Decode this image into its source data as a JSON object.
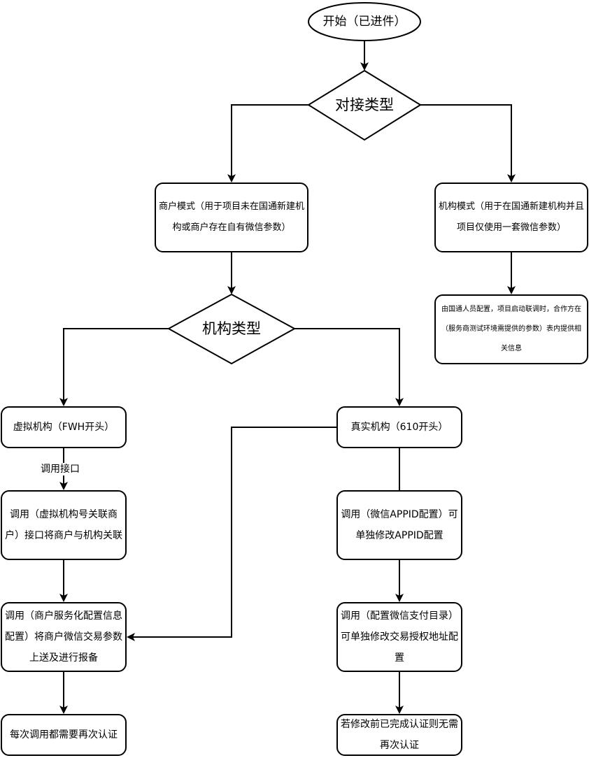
{
  "diagram": {
    "start": "开始（已进件）",
    "decision_integration": "对接类型",
    "merchant_mode": "商户模式（用于项目未在国通新建机构或商户存在自有微信参数）",
    "institution_mode": "机构模式（用于在国通新建机构并且项目仅使用一套微信参数）",
    "institution_config": "由国通人员配置，项目启动联调时，合作方在（服务商测试环境需提供的参数）表内提供相关信息",
    "decision_org": "机构类型",
    "virtual_org": "虚拟机构（FWH开头）",
    "real_org": "真实机构（610开头）",
    "edge_call_api": "调用接口",
    "call_virtual_link": "调用（虚拟机构号关联商户）接口将商户与机构关联",
    "call_service_config": "调用（商户服务化配置信息配置）将商户微信交易参数上送及进行报备",
    "reauth_every_time": "每次调用都需要再次认证",
    "call_appid_config": "调用（微信APPID配置）可单独修改APPID配置",
    "call_pay_dir_config": "调用（配置微信支付目录）可单独修改交易授权地址配置",
    "no_reauth": "若修改前已完成认证则无需再次认证"
  }
}
